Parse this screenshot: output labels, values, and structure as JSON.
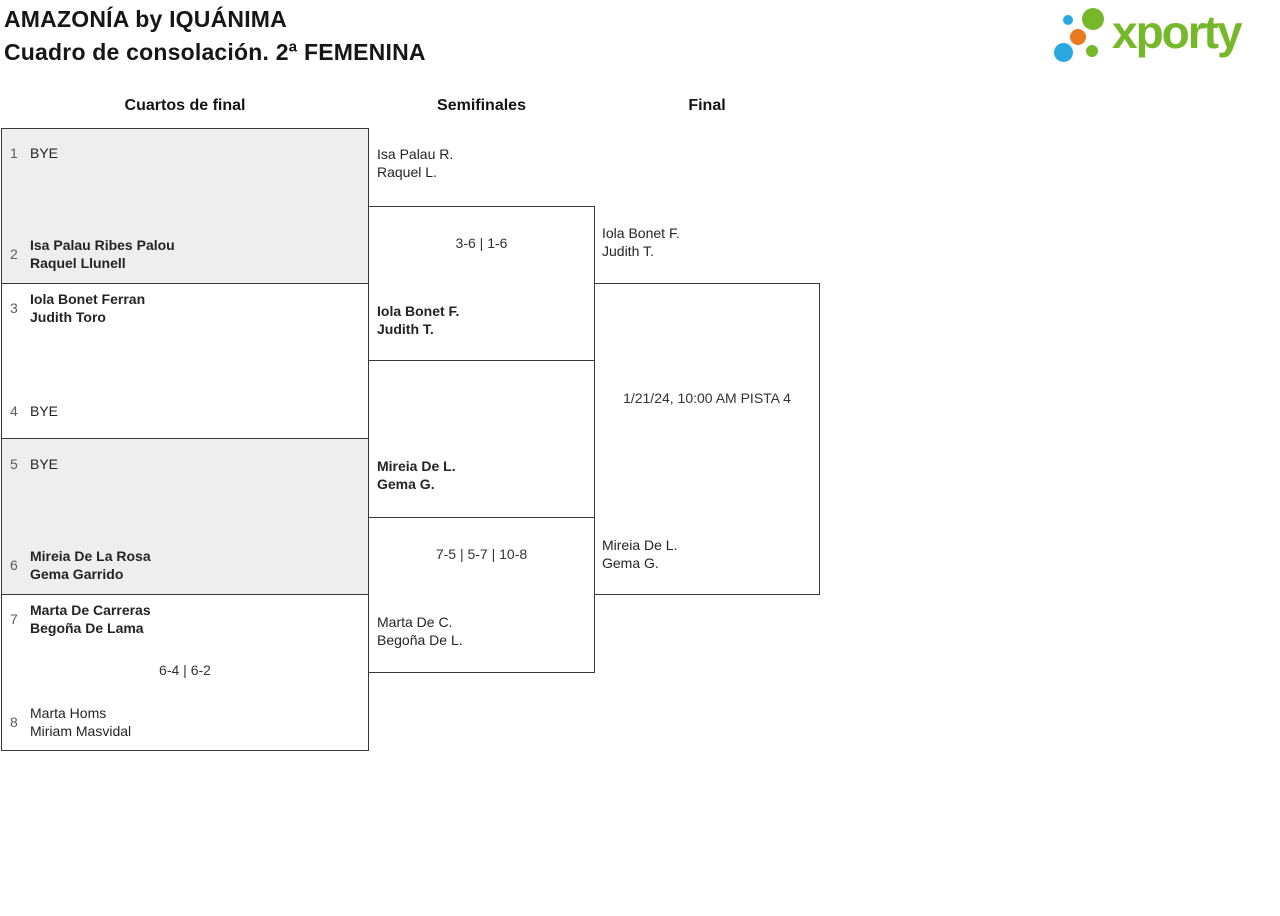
{
  "header": {
    "title_line1": "AMAZONÍA by IQUÁNIMA",
    "title_line2": "Cuadro de consolación. 2ª FEMENINA"
  },
  "logo": {
    "wordmark": "xporty",
    "colors": {
      "green": "#76b82a",
      "blue": "#2aa9e0",
      "orange": "#e8791d"
    }
  },
  "round_headers": {
    "quarterfinals": "Cuartos de final",
    "semifinals": "Semifinales",
    "final": "Final"
  },
  "quarterfinals": [
    {
      "top_seed": "1",
      "top_lines": [
        "BYE"
      ],
      "bottom_seed": "2",
      "bottom_lines": [
        "Isa Palau Ribes Palou",
        "Raquel Llunell"
      ],
      "score": ""
    },
    {
      "top_seed": "3",
      "top_lines": [
        "Iola Bonet Ferran",
        "Judith Toro"
      ],
      "bottom_seed": "4",
      "bottom_lines": [
        "BYE"
      ],
      "score": ""
    },
    {
      "top_seed": "5",
      "top_lines": [
        "BYE"
      ],
      "bottom_seed": "6",
      "bottom_lines": [
        "Mireia De La Rosa",
        "Gema Garrido"
      ],
      "score": ""
    },
    {
      "top_seed": "7",
      "top_lines": [
        "Marta De Carreras",
        "Begoña De Lama"
      ],
      "bottom_seed": "8",
      "bottom_lines": [
        "Marta Homs",
        "Miriam Masvidal"
      ],
      "score": "6-4 | 6-2"
    }
  ],
  "semifinals": [
    {
      "top_lines": [
        "Isa Palau R.",
        "Raquel L."
      ],
      "score": "3-6 | 1-6",
      "bottom_lines": [
        "Iola Bonet F.",
        "Judith T."
      ]
    },
    {
      "top_lines": [
        "Mireia De L.",
        "Gema G."
      ],
      "score": "7-5 | 5-7 | 10-8",
      "bottom_lines": [
        "Marta De C.",
        "Begoña De L."
      ]
    }
  ],
  "final": {
    "top_lines": [
      "Iola Bonet F.",
      "Judith T."
    ],
    "schedule": "1/21/24, 10:00 AM PISTA 4",
    "bottom_lines": [
      "Mireia De L.",
      "Gema G."
    ]
  }
}
